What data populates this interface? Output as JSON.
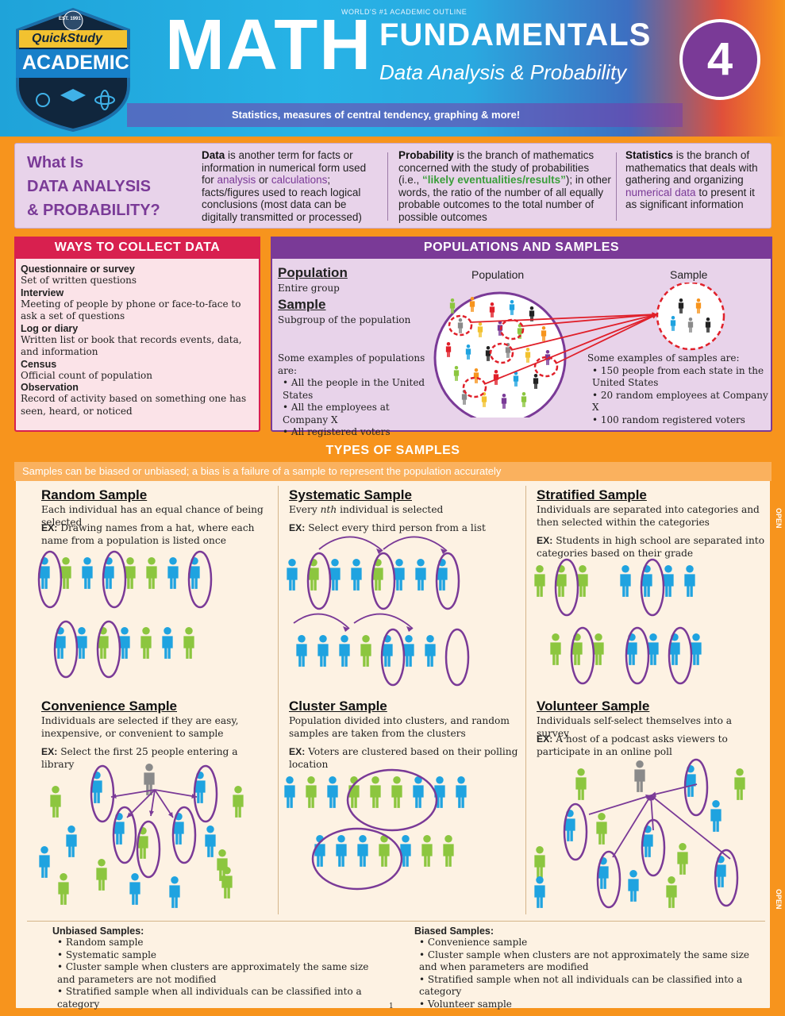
{
  "header": {
    "worlds_outline": "WORLD'S #1 ACADEMIC OUTLINE",
    "logo_top": "QuickStudy",
    "logo_main": "ACADEMIC",
    "logo_est": "EST. 1991",
    "title_main": "MATH",
    "title_fund": "FUNDAMENTALS",
    "subtitle": "Data Analysis & Probability",
    "number": "4",
    "tagline": "Statistics, measures of central tendency, graphing & more!"
  },
  "what_is": {
    "line1": "What Is",
    "line2": "DATA ANALYSIS",
    "line3": "& PROBABILITY?",
    "data_term": "Data",
    "data_text_1": " is another term for facts or information in numerical form used for ",
    "data_analysis": "analysis",
    "data_or": " or ",
    "data_calc": "calculations",
    "data_text_2": "; facts/figures used to reach logical conclusions (most data can be digitally transmitted or processed)",
    "prob_term": "Probability",
    "prob_text_1": " is the branch of mathematics concerned with the study of probabilities (i.e., ",
    "prob_hl": "“likely eventualities/results”",
    "prob_text_2": "); in other words, the ratio of the number of all equally probable outcomes to the total number of possible outcomes",
    "stat_term": "Statistics",
    "stat_text_1": " is the branch of mathematics that deals with gathering and organizing ",
    "stat_hl": "numerical data",
    "stat_text_2": " to present it as significant information"
  },
  "ways": {
    "heading": "WAYS TO COLLECT DATA",
    "items": [
      {
        "title": "Questionnaire or survey",
        "desc": "Set of written questions"
      },
      {
        "title": "Interview",
        "desc": "Meeting of people by phone or face-to-face to ask a set of questions"
      },
      {
        "title": "Log or diary",
        "desc": "Written list or book that records events, data, and information"
      },
      {
        "title": "Census",
        "desc": "Official count of population"
      },
      {
        "title": "Observation",
        "desc": "Record of activity based on something one has seen, heard, or noticed"
      }
    ]
  },
  "populations": {
    "heading": "POPULATIONS AND SAMPLES",
    "pop_term": "Population",
    "pop_def": "Entire group",
    "sample_term": "Sample",
    "sample_def": "Subgroup of the population",
    "diagram_pop_label": "Population",
    "diagram_sample_label": "Sample",
    "pop_examples_intro": "Some examples of populations are:",
    "pop_examples": [
      "All the people in the United States",
      "All the employees at Company X",
      "All registered voters"
    ],
    "sample_examples_intro": "Some examples of samples are:",
    "sample_examples": [
      "150 people from each state in the United States",
      "20 random employees at Company X",
      "100 random registered voters"
    ]
  },
  "types": {
    "heading": "TYPES OF SAMPLES",
    "subheading": "Samples can be biased or unbiased; a bias is a failure of a sample to represent the population accurately",
    "ex_label": "EX:",
    "random": {
      "title": "Random Sample",
      "desc": "Each individual has an equal chance of being selected",
      "ex": "Drawing names from a hat, where each name from a population is listed once"
    },
    "systematic": {
      "title": "Systematic Sample",
      "desc_1": "Every ",
      "desc_nth": "nth",
      "desc_2": " individual is selected",
      "ex": "Select every third person from a list"
    },
    "stratified": {
      "title": "Stratified Sample",
      "desc": "Individuals are separated into categories and then selected within the categories",
      "ex": "Students in high school are separated into categories based on their grade"
    },
    "convenience": {
      "title": "Convenience Sample",
      "desc": "Individuals are selected if they are easy, inexpensive, or convenient to sample",
      "ex": "Select the first 25 people entering a library"
    },
    "cluster": {
      "title": "Cluster Sample",
      "desc": "Population divided into clusters, and random samples are taken from the clusters",
      "ex": "Voters are clustered based on their polling location"
    },
    "volunteer": {
      "title": "Volunteer Sample",
      "desc": "Individuals self-select themselves into a survey",
      "ex": "A host of a podcast asks viewers to participate in an online poll"
    },
    "unbiased_title": "Unbiased Samples:",
    "unbiased": [
      "Random sample",
      "Systematic sample",
      "Cluster sample when clusters are approximately the same size and parameters are not modified",
      "Stratified sample when all individuals can be classified into a category"
    ],
    "biased_title": "Biased Samples:",
    "biased": [
      "Convenience sample",
      "Cluster sample when clusters are not approximately the same size and when parameters are modified",
      "Stratified sample when not all individuals can be classified into a category",
      "Volunteer sample"
    ],
    "page_number": "1"
  },
  "sidebar_text": "OPEN",
  "colors": {
    "blue": "#1fa3e0",
    "green": "#8cc63f",
    "purple": "#7a3a97",
    "red": "#d8204f",
    "orange": "#f7941d",
    "gray": "#8a8a8a"
  }
}
